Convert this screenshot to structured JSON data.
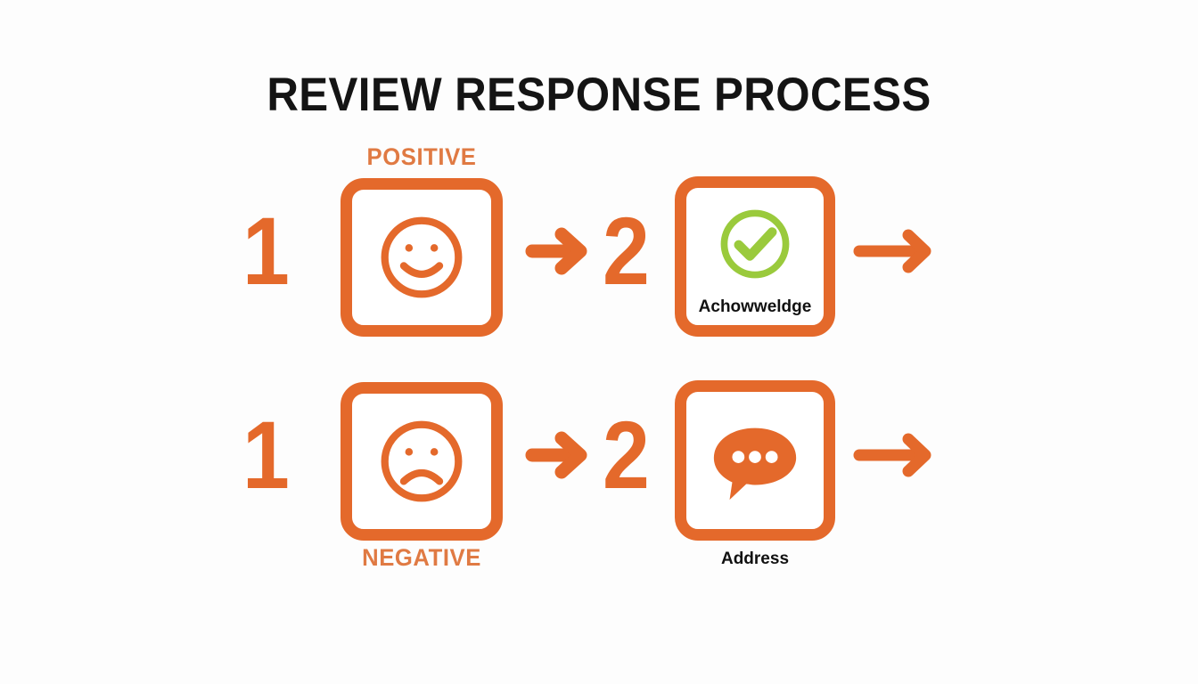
{
  "page": {
    "title": "REVIEW RESPONSE PROCESS",
    "background_color": "#fdfdfd"
  },
  "colors": {
    "orange": "#e4692b",
    "orange_label": "#e07a43",
    "green": "#9aca3c",
    "text_dark": "#111111",
    "title_color": "#141414",
    "white": "#ffffff"
  },
  "flows": [
    {
      "id": "positive",
      "sentiment_label": "POSITIVE",
      "sentiment_label_position": "above",
      "steps": [
        {
          "number": "1",
          "icon": "smiley-face-icon",
          "caption": "",
          "caption_position": "none"
        },
        {
          "number": "2",
          "icon": "check-circle-icon",
          "caption": "Achowweldge",
          "caption_position": "inside"
        }
      ],
      "arrows": [
        "arrow-right-icon",
        "arrow-right-icon"
      ]
    },
    {
      "id": "negative",
      "sentiment_label": "NEGATIVE",
      "sentiment_label_position": "below",
      "steps": [
        {
          "number": "1",
          "icon": "frowning-face-icon",
          "caption": "",
          "caption_position": "none"
        },
        {
          "number": "2",
          "icon": "speech-bubble-icon",
          "caption": "Address",
          "caption_position": "below"
        }
      ],
      "arrows": [
        "arrow-right-icon",
        "arrow-right-icon"
      ]
    }
  ]
}
